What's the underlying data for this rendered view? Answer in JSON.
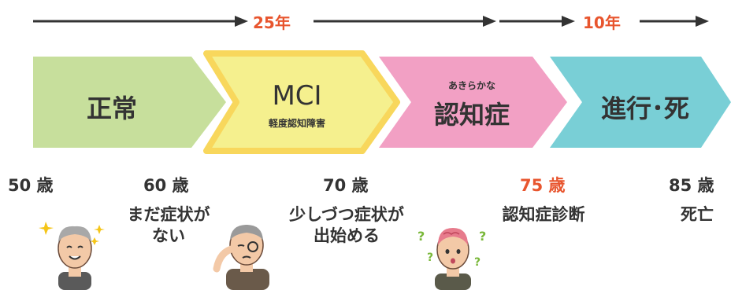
{
  "durations": {
    "first": "25年",
    "second": "10年"
  },
  "stages": [
    {
      "main": "正常",
      "color": "#c7df9c"
    },
    {
      "main": "MCI",
      "sub": "軽度認知障害",
      "color": "#f5f08e",
      "border": "#f8d75c"
    },
    {
      "main": "認知症",
      "ruby": "あきらかな",
      "color": "#f2a0c4"
    },
    {
      "main": "進行･死",
      "color": "#79cfd6"
    }
  ],
  "ages": [
    {
      "label": "50 歳"
    },
    {
      "label": "60 歳"
    },
    {
      "label": "70 歳"
    },
    {
      "label": "75 歳",
      "highlight": true
    },
    {
      "label": "85 歳"
    }
  ],
  "notes": [
    {
      "line1": "まだ症状が",
      "line2": "ない"
    },
    {
      "line1": "少しづつ症状が",
      "line2": "出始める"
    },
    {
      "line1": "認知症診断"
    },
    {
      "line1": "死亡"
    }
  ],
  "icons": [
    "happy-elderly-man-icon",
    "tired-elderly-man-icon",
    "confused-elderly-man-icon"
  ],
  "colors": {
    "accent": "#e8552e",
    "text": "#333333"
  }
}
